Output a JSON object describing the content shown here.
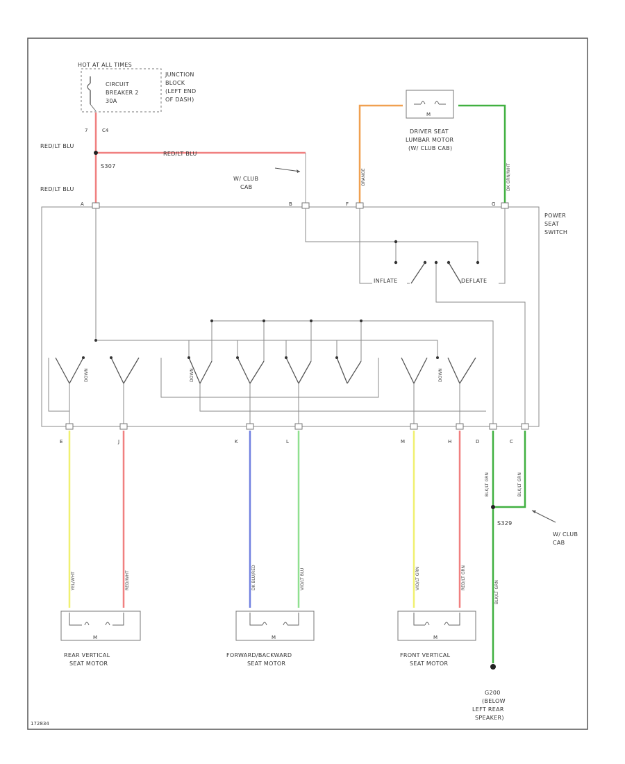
{
  "diagram": {
    "junction_block": {
      "title": "HOT AT ALL TIMES",
      "breaker_lines": [
        "CIRCUIT",
        "BREAKER 2",
        "30A"
      ],
      "side_lines": [
        "JUNCTION",
        "BLOCK",
        "(LEFT END",
        "OF DASH)"
      ],
      "pin_number": "7",
      "connector": "C4"
    },
    "wire_labels": {
      "red_blu_top": "RED/LT BLU",
      "red_blu_branch": "RED/LT BLU",
      "red_blu_lower": "RED/LT BLU",
      "splice_top": "S307",
      "orange": "ORANGE",
      "dk_green_top": "DK GRN/WHT",
      "yellow": "YEL/WHT",
      "red_left": "RED/WHT",
      "dk_blue": "DK BLU/RED",
      "lt_green": "VIO/LT BLU",
      "yellow_right": "VIO/LT GRN",
      "red_right": "RED/LT GRN",
      "black_1": "BLK/LT GRN",
      "black_2": "BLK/LT GRN",
      "black_3": "BLK/LT GRN",
      "splice_bottom": "S329"
    },
    "lumbar_motor": {
      "lines": [
        "DRIVER SEAT",
        "LUMBAR MOTOR",
        "(W/ CLUB CAB)"
      ],
      "mark": "M"
    },
    "club_cab_top": [
      "W/ CLUB",
      "CAB"
    ],
    "club_cab_bottom": [
      "W/ CLUB",
      "CAB"
    ],
    "power_seat_switch": [
      "POWER",
      "SEAT",
      "SWITCH"
    ],
    "top_pins": [
      "A",
      "B",
      "F",
      "G"
    ],
    "inflate_left": "INFLATE",
    "deflate_right": "DEFLATE",
    "down_labels": [
      "DOWN",
      "DOWN",
      "DOWN"
    ],
    "bottom_pins": [
      "E",
      "J",
      "K",
      "L",
      "M",
      "H",
      "D",
      "C"
    ],
    "motors": [
      {
        "lines": [
          "REAR VERTICAL",
          "SEAT MOTOR"
        ],
        "mark": "M"
      },
      {
        "lines": [
          "FORWARD/BACKWARD",
          "SEAT MOTOR"
        ],
        "mark": "M"
      },
      {
        "lines": [
          "FRONT VERTICAL",
          "SEAT MOTOR"
        ],
        "mark": "M"
      }
    ],
    "ground": [
      "G200",
      "(BELOW",
      "LEFT REAR",
      "SPEAKER)"
    ],
    "footer_code": "172834"
  },
  "colors": {
    "red": "#f08080",
    "yellow": "#f0f070",
    "blue": "#7080e0",
    "lt_green": "#90e090",
    "dk_green": "#40b040",
    "orange": "#f0a050",
    "line": "#7a7a7a"
  }
}
